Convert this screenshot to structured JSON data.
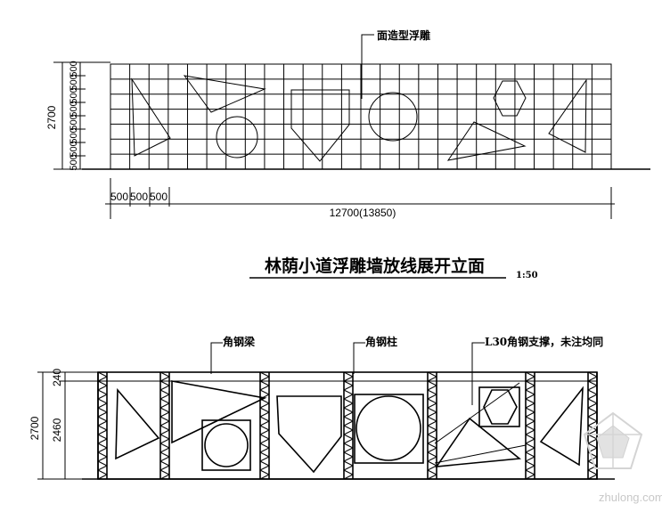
{
  "labels": {
    "top_callout": "面造型浮雕",
    "title": "林荫小道浮雕墙放线展开立面",
    "scale": "1:50",
    "beam": "角钢梁",
    "column": "角钢柱",
    "brace": "L30角钢支撑，未注均同"
  },
  "dimensions": {
    "total_length": "12700(13850)",
    "height_top": "2700",
    "height_bottom": "2700",
    "bottom_upper": "240",
    "bottom_lower": "2460",
    "grid_step": "500",
    "left_steps": [
      "500",
      "500",
      "500",
      "500",
      "500",
      "500",
      "500",
      "500"
    ],
    "bottom_steps": [
      "500",
      "500",
      "500"
    ]
  },
  "watermark": {
    "text": "zhulong.com"
  },
  "colors": {
    "line": "#000000",
    "watermark": "#c8c8c8"
  }
}
